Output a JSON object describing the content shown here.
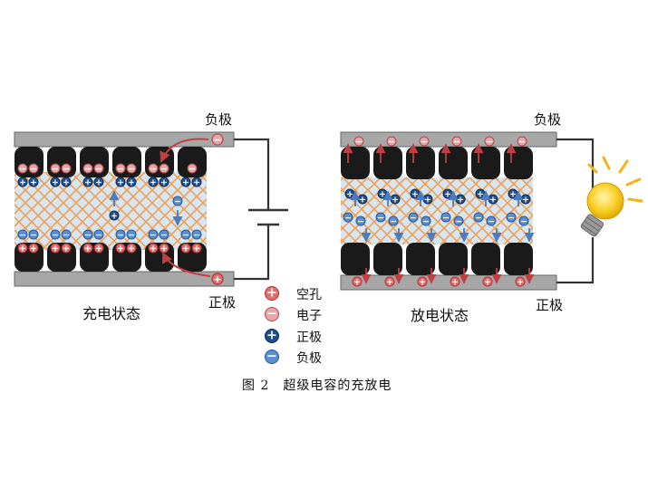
{
  "labels": {
    "left_negative": "负极",
    "left_positive": "正极",
    "right_negative": "负极",
    "right_positive": "正极",
    "charging_state": "充电状态",
    "discharging_state": "放电状态"
  },
  "legend": [
    {
      "symbol": "+",
      "label": "空孔",
      "fill": "#e07070",
      "ring": "#b03030"
    },
    {
      "symbol": "−",
      "label": "电子",
      "fill": "#eaa6a6",
      "ring": "#b04848"
    },
    {
      "symbol": "+",
      "label": "正极",
      "fill": "#1f4f8f",
      "ring": "#0d2c55"
    },
    {
      "symbol": "−",
      "label": "负极",
      "fill": "#5b8fd0",
      "ring": "#23579a"
    }
  ],
  "caption": "图 2　超级电容的充放电",
  "colors": {
    "electrode_plate": "#a7a7a7",
    "carbon_particle": "#1a1a1a",
    "separator_mesh": "#f0a050",
    "electrolyte": "#cfe0ef",
    "wire": "#333333",
    "flow_arrow": "#c04040",
    "ion_arrow": "#4a7cc0",
    "bulb": "#f5c51a"
  },
  "icons": [
    "battery-icon",
    "light-bulb-icon"
  ]
}
